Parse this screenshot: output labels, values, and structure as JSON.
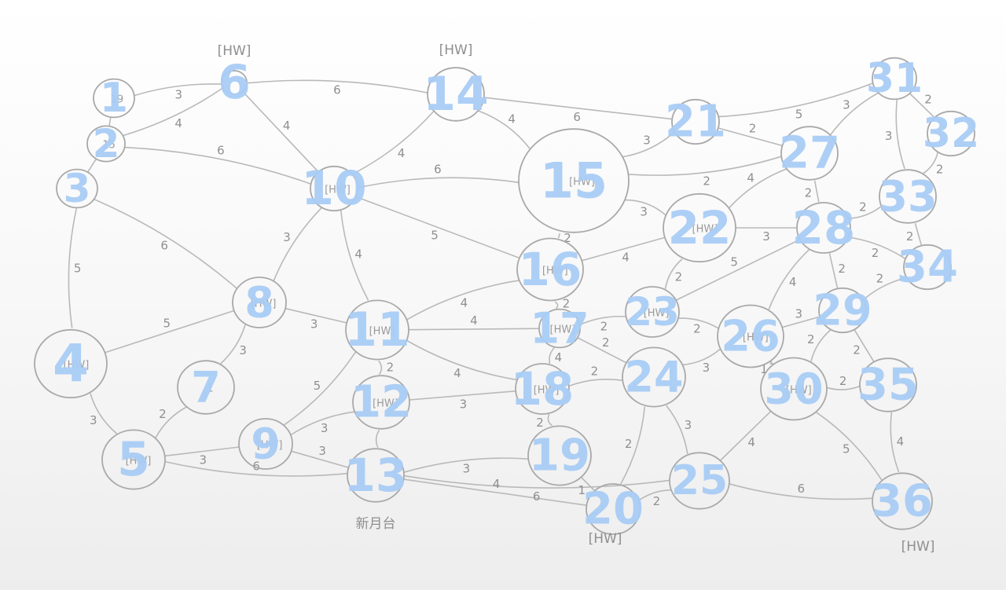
{
  "graph": {
    "nodes": [
      {
        "id": "1",
        "inner": "19"
      },
      {
        "id": "2",
        "inner": "15"
      },
      {
        "id": "3",
        "inner": ""
      },
      {
        "id": "4",
        "inner": "[HW]"
      },
      {
        "id": "5",
        "inner": "[HW]"
      },
      {
        "id": "6",
        "inner": ""
      },
      {
        "id": "7",
        "inner": "1"
      },
      {
        "id": "8",
        "inner": "[HW]"
      },
      {
        "id": "9",
        "inner": "[HW]"
      },
      {
        "id": "10",
        "inner": "[HW]"
      },
      {
        "id": "11",
        "inner": "[HW]"
      },
      {
        "id": "12",
        "inner": "[HW]"
      },
      {
        "id": "13",
        "inner": ""
      },
      {
        "id": "14",
        "inner": ""
      },
      {
        "id": "15",
        "inner": "[HW]"
      },
      {
        "id": "16",
        "inner": "[HW]"
      },
      {
        "id": "17",
        "inner": "[HW]"
      },
      {
        "id": "18",
        "inner": "[HW]"
      },
      {
        "id": "19",
        "inner": ""
      },
      {
        "id": "20",
        "inner": ""
      },
      {
        "id": "21",
        "inner": ""
      },
      {
        "id": "22",
        "inner": "[HW]"
      },
      {
        "id": "23",
        "inner": "[HW]"
      },
      {
        "id": "24",
        "inner": ""
      },
      {
        "id": "25",
        "inner": ""
      },
      {
        "id": "26",
        "inner": "[HW]"
      },
      {
        "id": "27",
        "inner": ""
      },
      {
        "id": "28",
        "inner": ""
      },
      {
        "id": "29",
        "inner": ""
      },
      {
        "id": "30",
        "inner": "[HW]"
      },
      {
        "id": "31",
        "inner": ""
      },
      {
        "id": "32",
        "inner": ""
      },
      {
        "id": "33",
        "inner": ""
      },
      {
        "id": "34",
        "inner": ""
      },
      {
        "id": "35",
        "inner": ""
      },
      {
        "id": "36",
        "inner": ""
      }
    ],
    "edges": [
      {
        "from": "1",
        "to": "6",
        "weight": "3"
      },
      {
        "from": "1",
        "to": "2",
        "weight": ""
      },
      {
        "from": "2",
        "to": "6",
        "weight": "4"
      },
      {
        "from": "2",
        "to": "10",
        "weight": "6"
      },
      {
        "from": "2",
        "to": "3",
        "weight": ""
      },
      {
        "from": "3",
        "to": "4",
        "weight": "5"
      },
      {
        "from": "3",
        "to": "8",
        "weight": "6"
      },
      {
        "from": "4",
        "to": "8",
        "weight": "5"
      },
      {
        "from": "4",
        "to": "5",
        "weight": "3"
      },
      {
        "from": "5",
        "to": "7",
        "weight": "2"
      },
      {
        "from": "5",
        "to": "9",
        "weight": "3"
      },
      {
        "from": "5",
        "to": "13",
        "weight": "6"
      },
      {
        "from": "6",
        "to": "14",
        "weight": "6"
      },
      {
        "from": "6",
        "to": "10",
        "weight": "4"
      },
      {
        "from": "7",
        "to": "8",
        "weight": "3"
      },
      {
        "from": "8",
        "to": "10",
        "weight": "3"
      },
      {
        "from": "8",
        "to": "11",
        "weight": "3"
      },
      {
        "from": "9",
        "to": "11",
        "weight": "5"
      },
      {
        "from": "9",
        "to": "12",
        "weight": "3"
      },
      {
        "from": "9",
        "to": "13",
        "weight": "3"
      },
      {
        "from": "10",
        "to": "14",
        "weight": "4"
      },
      {
        "from": "10",
        "to": "15",
        "weight": "6"
      },
      {
        "from": "10",
        "to": "16",
        "weight": "5"
      },
      {
        "from": "10",
        "to": "11",
        "weight": "4"
      },
      {
        "from": "11",
        "to": "16",
        "weight": "4"
      },
      {
        "from": "11",
        "to": "17",
        "weight": "4"
      },
      {
        "from": "11",
        "to": "18",
        "weight": "4"
      },
      {
        "from": "11",
        "to": "12",
        "weight": "2"
      },
      {
        "from": "12",
        "to": "18",
        "weight": "3"
      },
      {
        "from": "12",
        "to": "13",
        "weight": ""
      },
      {
        "from": "13",
        "to": "19",
        "weight": "3"
      },
      {
        "from": "13",
        "to": "20",
        "weight": "4"
      },
      {
        "from": "13",
        "to": "25",
        "weight": "6"
      },
      {
        "from": "14",
        "to": "15",
        "weight": "4"
      },
      {
        "from": "14",
        "to": "21",
        "weight": "6"
      },
      {
        "from": "15",
        "to": "21",
        "weight": "3"
      },
      {
        "from": "15",
        "to": "22",
        "weight": "3"
      },
      {
        "from": "15",
        "to": "16",
        "weight": "2"
      },
      {
        "from": "15",
        "to": "27",
        "weight": "2"
      },
      {
        "from": "16",
        "to": "17",
        "weight": "2"
      },
      {
        "from": "16",
        "to": "22",
        "weight": "4"
      },
      {
        "from": "17",
        "to": "18",
        "weight": "4"
      },
      {
        "from": "17",
        "to": "23",
        "weight": "2"
      },
      {
        "from": "17",
        "to": "24",
        "weight": "2"
      },
      {
        "from": "18",
        "to": "19",
        "weight": "2"
      },
      {
        "from": "18",
        "to": "24",
        "weight": "2"
      },
      {
        "from": "19",
        "to": "20",
        "weight": "1"
      },
      {
        "from": "20",
        "to": "24",
        "weight": "2"
      },
      {
        "from": "20",
        "to": "25",
        "weight": "2"
      },
      {
        "from": "21",
        "to": "27",
        "weight": "2"
      },
      {
        "from": "21",
        "to": "31",
        "weight": "5"
      },
      {
        "from": "22",
        "to": "27",
        "weight": "4"
      },
      {
        "from": "22",
        "to": "28",
        "weight": "3"
      },
      {
        "from": "22",
        "to": "23",
        "weight": "2"
      },
      {
        "from": "23",
        "to": "26",
        "weight": "2"
      },
      {
        "from": "23",
        "to": "28",
        "weight": "5"
      },
      {
        "from": "24",
        "to": "26",
        "weight": "3"
      },
      {
        "from": "24",
        "to": "25",
        "weight": "3"
      },
      {
        "from": "25",
        "to": "30",
        "weight": "4"
      },
      {
        "from": "25",
        "to": "36",
        "weight": "6"
      },
      {
        "from": "26",
        "to": "28",
        "weight": "4"
      },
      {
        "from": "26",
        "to": "29",
        "weight": "3"
      },
      {
        "from": "26",
        "to": "30",
        "weight": "1"
      },
      {
        "from": "27",
        "to": "31",
        "weight": "3"
      },
      {
        "from": "27",
        "to": "28",
        "weight": "2"
      },
      {
        "from": "28",
        "to": "33",
        "weight": "2"
      },
      {
        "from": "28",
        "to": "34",
        "weight": "2"
      },
      {
        "from": "28",
        "to": "29",
        "weight": "2"
      },
      {
        "from": "29",
        "to": "30",
        "weight": "2"
      },
      {
        "from": "29",
        "to": "34",
        "weight": "2"
      },
      {
        "from": "29",
        "to": "35",
        "weight": "2"
      },
      {
        "from": "30",
        "to": "35",
        "weight": "2"
      },
      {
        "from": "30",
        "to": "36",
        "weight": "5"
      },
      {
        "from": "31",
        "to": "32",
        "weight": "2"
      },
      {
        "from": "31",
        "to": "33",
        "weight": "3"
      },
      {
        "from": "32",
        "to": "33",
        "weight": "2"
      },
      {
        "from": "33",
        "to": "34",
        "weight": "2"
      },
      {
        "from": "35",
        "to": "36",
        "weight": "4"
      }
    ],
    "station_labels": [
      {
        "near": "6",
        "text": "[HW]"
      },
      {
        "near": "14",
        "text": "[HW]"
      },
      {
        "near": "13",
        "text": "新月台"
      },
      {
        "near": "20",
        "text": "[HW]"
      },
      {
        "near": "36",
        "text": "[HW]"
      }
    ]
  }
}
